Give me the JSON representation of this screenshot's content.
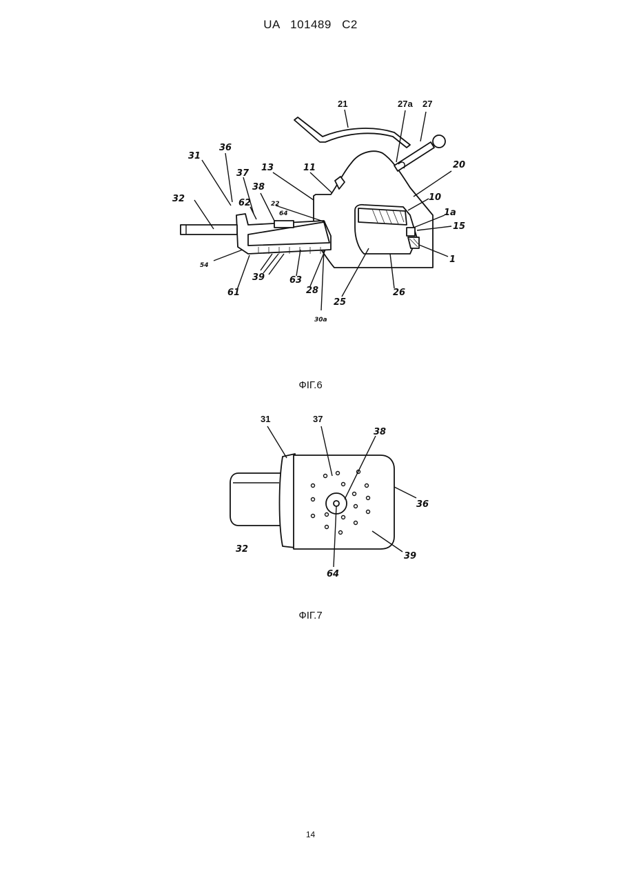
{
  "header": {
    "country": "UA",
    "number": "101489",
    "kind": "C2"
  },
  "figure6": {
    "caption": "ФІГ.6",
    "labels": [
      "21",
      "27a",
      "27",
      "31",
      "36",
      "37",
      "13",
      "11",
      "20",
      "38",
      "62",
      "64",
      "22",
      "10",
      "1a",
      "15",
      "32",
      "1",
      "54",
      "61",
      "39",
      "63",
      "28",
      "26",
      "25",
      "30a"
    ]
  },
  "figure7": {
    "caption": "ФІГ.7",
    "labels": [
      "31",
      "37",
      "38",
      "36",
      "32",
      "39",
      "64"
    ]
  },
  "page_number": "14"
}
